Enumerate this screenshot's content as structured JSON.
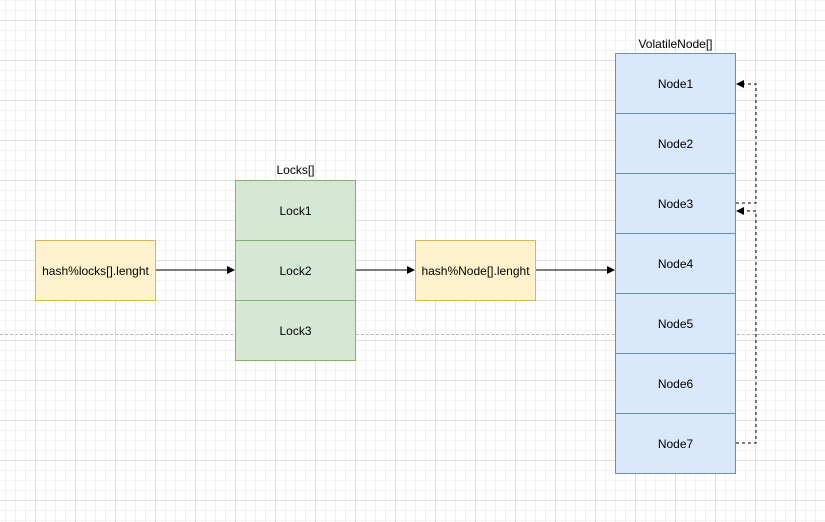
{
  "hash_locks_box": "hash%locks[].lenght",
  "locks": {
    "title": "Locks[]",
    "items": [
      "Lock1",
      "Lock2",
      "Lock3"
    ]
  },
  "hash_node_box": "hash%Node[].lenght",
  "nodes": {
    "title": "VolatileNode[]",
    "items": [
      "Node1",
      "Node2",
      "Node3",
      "Node4",
      "Node5",
      "Node6",
      "Node7"
    ]
  },
  "colors": {
    "yellow_fill": "#fff2cc",
    "yellow_stroke": "#d6b656",
    "green_fill": "#d5e8d4",
    "green_stroke": "#82b366",
    "blue_fill": "#dae8fc",
    "blue_stroke": "#6c8ebf"
  }
}
